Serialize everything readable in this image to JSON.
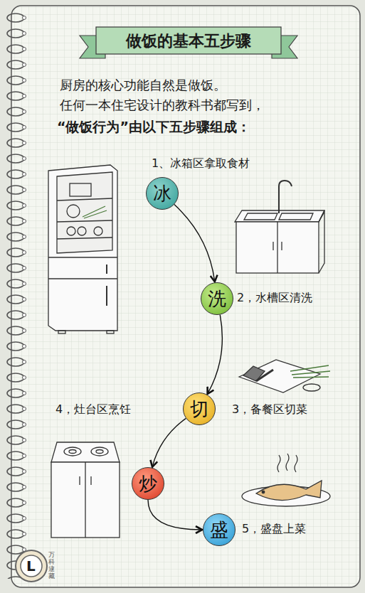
{
  "diagram": {
    "title": "做饭的基本五步骤",
    "nodes": [
      {
        "text": [
          "冰"
        ]
      },
      {
        "text": [
          "洗"
        ]
      },
      {
        "text": [
          "切"
        ]
      },
      {
        "text": [
          "炒"
        ]
      },
      {
        "text": [
          "盛"
        ]
      }
    ],
    "edges": [
      {
        "from": 0,
        "to": 1,
        "arrow": "to"
      },
      {
        "from": 1,
        "to": 2,
        "arrow": "to"
      },
      {
        "from": 2,
        "to": 3,
        "arrow": "to"
      },
      {
        "from": 3,
        "to": 4,
        "arrow": "to"
      }
    ],
    "labels": [
      "厨房的核心功能自然是做饭。",
      "任何一本住宅设计的教科书都写到，",
      "“做饭行为”由以下五步骤组成：",
      "1、冰箱区拿取食材",
      "2，水槽区清洗",
      "3，备餐区切菜",
      "4，灶台区烹饪",
      "5，盛盘上菜",
      "L",
      "万科逮藏"
    ]
  }
}
